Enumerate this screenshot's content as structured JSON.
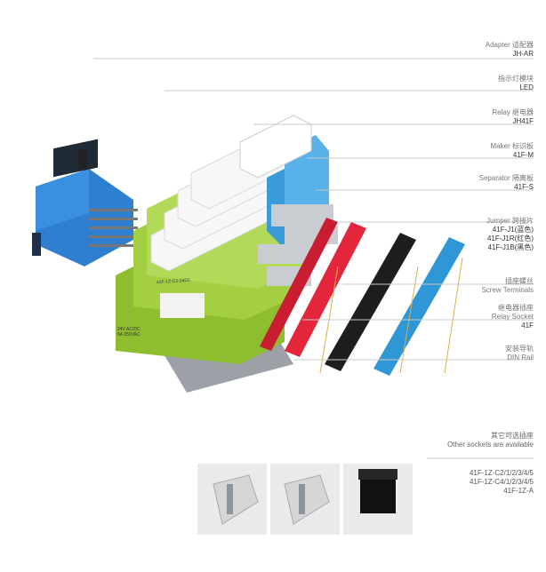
{
  "labels": [
    {
      "l1": "Adapter 适配器",
      "l2": "JH-AR"
    },
    {
      "l1": "指示灯模块",
      "l2": "LED"
    },
    {
      "l1": "Relay 继电器",
      "l2": "JH41F"
    },
    {
      "l1": "Maker 标识板",
      "l2": "41F-M"
    },
    {
      "l1": "Separator 隔离板",
      "l2": "41F-S"
    },
    {
      "l1": "Jumper 跨接片",
      "l2": "41F-J1(蓝色)",
      "l3": "41F-J1R(红色)",
      "l4": "41F-J1B(黑色)"
    },
    {
      "l1": "插座螺丝",
      "l2": "Screw Terminals"
    },
    {
      "l1": "继电器插座",
      "l2": "Relay Socket",
      "l3": "41F"
    },
    {
      "l1": "安装导轨",
      "l2": "DIN Rail"
    }
  ],
  "other_sockets": {
    "cn": "其它可选插座",
    "en": "Other sockets are available",
    "models": [
      "41F-1Z-C2/1/2/3/4/5",
      "41F-1Z-C4/1/2/3/4/5",
      "41F-1Z-A"
    ]
  },
  "product_marking": {
    "module_code": "41F-1Z-C2-24D1",
    "rating": "6A 250VAC",
    "voltage": "24V AC/DC"
  },
  "colors": {
    "socket_green": "#9fca3c",
    "relay_white": "#f4f4f4",
    "module_blue": "#3a9bd8",
    "adapter_blue": "#2f7fd0",
    "jumper_red": "#e4263c",
    "jumper_black": "#1e1e1e",
    "jumper_blue": "#2f97d6",
    "rail_gray": "#9ba1a6"
  }
}
